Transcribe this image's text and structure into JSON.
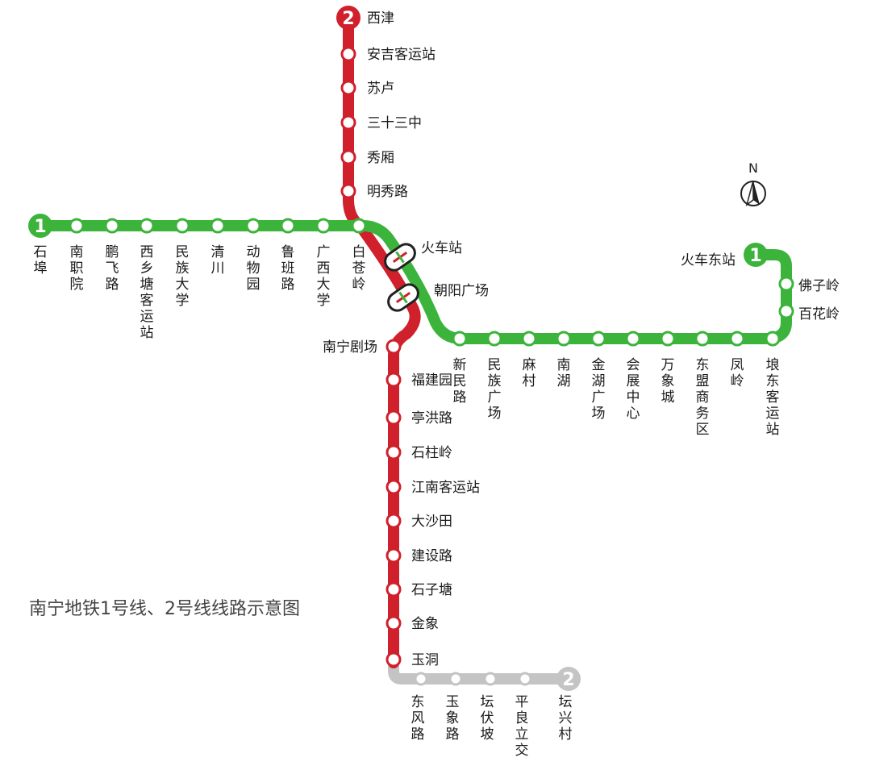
{
  "title": "南宁地铁1号线、2号线线路示意图",
  "north": "N",
  "colors": {
    "line1": "#3cb43c",
    "line2": "#d0202c",
    "line2_future": "#c4c4c4"
  },
  "line1": {
    "badge": "1",
    "west_end_badge_label": "石埠",
    "stations_west": [
      "石埠",
      "南职院",
      "鹏飞路",
      "西乡塘客运站",
      "民族大学",
      "清川",
      "动物园",
      "鲁班路",
      "广西大学",
      "白苍岭"
    ],
    "interchanges": [
      "火车站",
      "朝阳广场"
    ],
    "stations_east": [
      "新民路",
      "民族广场",
      "麻村",
      "南湖",
      "金湖广场",
      "会展中心",
      "万象城",
      "东盟商务区",
      "凤岭",
      "埌东客运站"
    ],
    "east_branch": [
      "百花岭",
      "佛子岭"
    ],
    "east_terminal": "火车东站"
  },
  "line2": {
    "badge": "2",
    "stations_north": [
      "西津",
      "安吉客运站",
      "苏卢",
      "三十三中",
      "秀厢",
      "明秀路"
    ],
    "stations_south": [
      "南宁剧场",
      "福建园",
      "亭洪路",
      "石柱岭",
      "江南客运站",
      "大沙田",
      "建设路",
      "石子塘",
      "金象",
      "玉洞"
    ],
    "future_stations": [
      "东风路",
      "玉象路",
      "坛伏坡",
      "平良立交",
      "坛兴村"
    ]
  }
}
